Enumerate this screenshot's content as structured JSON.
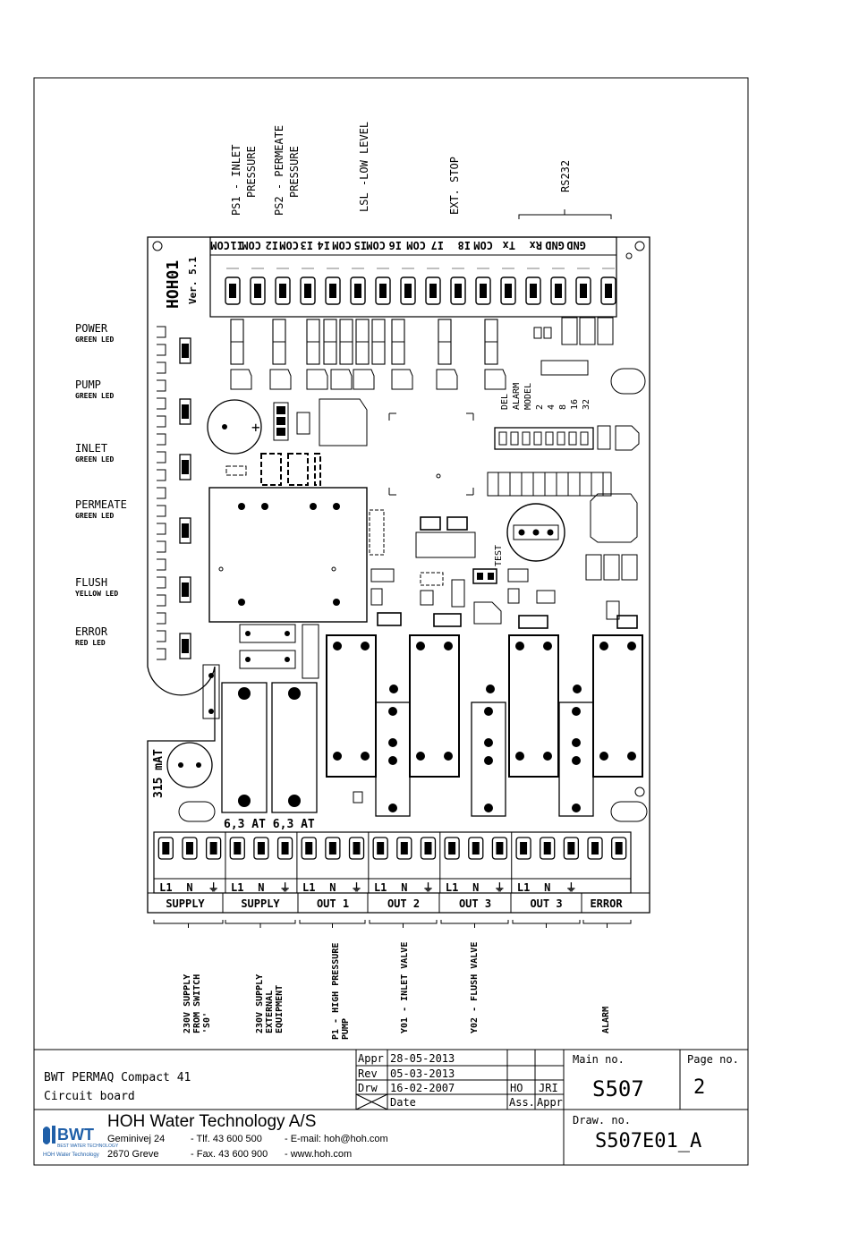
{
  "board": {
    "name": "HOH01",
    "version": "Ver. 5.1",
    "fuse_main": "315 mAT",
    "fuse_f2_f3": "6,3 AT 6,3 AT",
    "test_label": "TEST",
    "dip_labels": [
      "DEL",
      "ALARM",
      "MODEL",
      "2",
      "4",
      "8",
      "16",
      "32"
    ],
    "top_terminals": [
      "COM",
      "I1",
      "COM",
      "I2",
      "COM",
      "I3",
      "I4",
      "COM",
      "I5",
      "COM",
      "I6",
      "COM",
      "I7",
      "I8",
      "COM",
      "Tx",
      "Rx",
      "GND",
      "GND"
    ],
    "top_annotations": [
      {
        "line1": "PS1 - INLET",
        "line2": "PRESSURE"
      },
      {
        "line1": "PS2 - PERMEATE",
        "line2": "PRESSURE"
      },
      {
        "line1": "LSL -LOW LEVEL",
        "line2": ""
      },
      {
        "line1": "EXT. STOP",
        "line2": ""
      },
      {
        "line1": "RS232",
        "line2": ""
      }
    ],
    "leds": [
      {
        "name": "POWER",
        "color": "GREEN LED"
      },
      {
        "name": "PUMP",
        "color": "GREEN LED"
      },
      {
        "name": "INLET",
        "color": "GREEN LED"
      },
      {
        "name": "PERMEATE",
        "color": "GREEN LED"
      },
      {
        "name": "FLUSH",
        "color": "YELLOW LED"
      },
      {
        "name": "ERROR",
        "color": "RED LED"
      }
    ],
    "bottom_terminal_labels": [
      "L1",
      "N",
      "⏚",
      "L1",
      "N",
      "⏚",
      "L1",
      "N",
      "⏚",
      "L1",
      "N",
      "⏚",
      "L1",
      "N",
      "⏚",
      "L1",
      "N",
      "⏚",
      "",
      ""
    ],
    "bottom_groups": [
      "SUPPLY",
      "SUPPLY",
      "OUT 1",
      "OUT 2",
      "OUT 3",
      "OUT 3",
      "ERROR"
    ],
    "bottom_annotations": [
      {
        "lines": [
          "230V SUPPLY",
          "FROM SWITCH",
          "'S0'"
        ]
      },
      {
        "lines": [
          "230V SUPPLY",
          "EXTERNAL",
          "EQUIPMENT"
        ]
      },
      {
        "lines": [
          "P1 - HIGH PRESSURE",
          "PUMP"
        ]
      },
      {
        "lines": [
          "Y01 - INLET VALVE"
        ]
      },
      {
        "lines": [
          "Y02 - FLUSH VALVE"
        ]
      },
      {
        "lines": [
          "ALARM"
        ]
      }
    ]
  },
  "title_block": {
    "project": "BWT PERMAQ Compact 41",
    "subject": "Circuit board",
    "appr_label": "Appr",
    "appr_date": "28-05-2013",
    "rev_label": "Rev",
    "rev_date": "05-03-2013",
    "drw_label": "Drw",
    "drw_date": "16-02-2007",
    "drw_by": "HO",
    "drw_appr": "JRI",
    "date_label": "Date",
    "ass_label": "Ass.",
    "appr2_label": "Appr",
    "main_no_label": "Main no.",
    "main_no": "S507",
    "page_no_label": "Page no.",
    "page_no": "2",
    "draw_no_label": "Draw. no.",
    "draw_no": "S507E01_A"
  },
  "company": {
    "logo": "BWT",
    "logo_tag1": "BEST WATER TECHNOLOGY",
    "logo_tag2": "HOH Water Technology",
    "name": "HOH Water Technology A/S",
    "address1": "Geminivej 24",
    "address2": "2670  Greve",
    "phone": "- Tlf. 43 600 500",
    "fax": "- Fax. 43 600 900",
    "email": "- E-mail: hoh@hoh.com",
    "web": "- www.hoh.com"
  },
  "colors": {
    "ink": "#000000",
    "paper": "#ffffff",
    "logo_blue": "#1f5fa8"
  }
}
